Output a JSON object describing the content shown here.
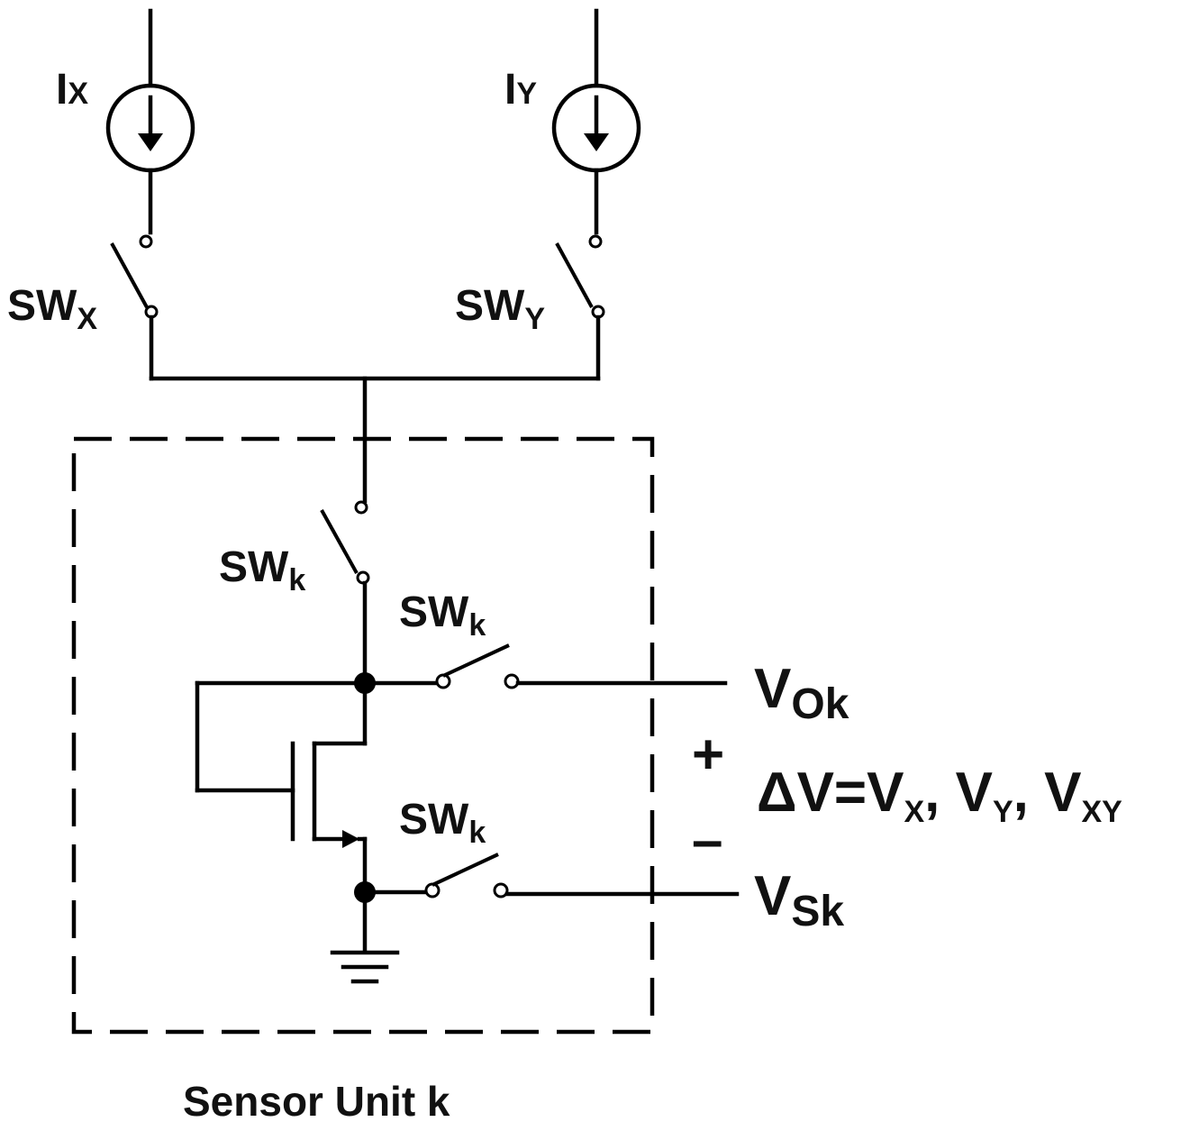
{
  "sources": {
    "ix": {
      "main": "I",
      "sub": "X"
    },
    "iy": {
      "main": "I",
      "sub": "Y"
    }
  },
  "switches": {
    "swx": {
      "main": "SW",
      "sub": "X"
    },
    "swy": {
      "main": "SW",
      "sub": "Y"
    },
    "swk_series": {
      "main": "SW",
      "sub": "k"
    },
    "swk_out": {
      "main": "SW",
      "sub": "k"
    },
    "swk_src": {
      "main": "SW",
      "sub": "k"
    }
  },
  "outputs": {
    "vok": {
      "main": "V",
      "sub": "Ok"
    },
    "vsk": {
      "main": "V",
      "sub": "Sk"
    },
    "plus": "+",
    "minus": "–",
    "delta_v": {
      "prefix": "ΔV=V",
      "sub1": "X",
      "mid1": ", V",
      "sub2": "Y",
      "mid2": ", V",
      "sub3": "XY"
    }
  },
  "caption": "Sensor Unit k"
}
